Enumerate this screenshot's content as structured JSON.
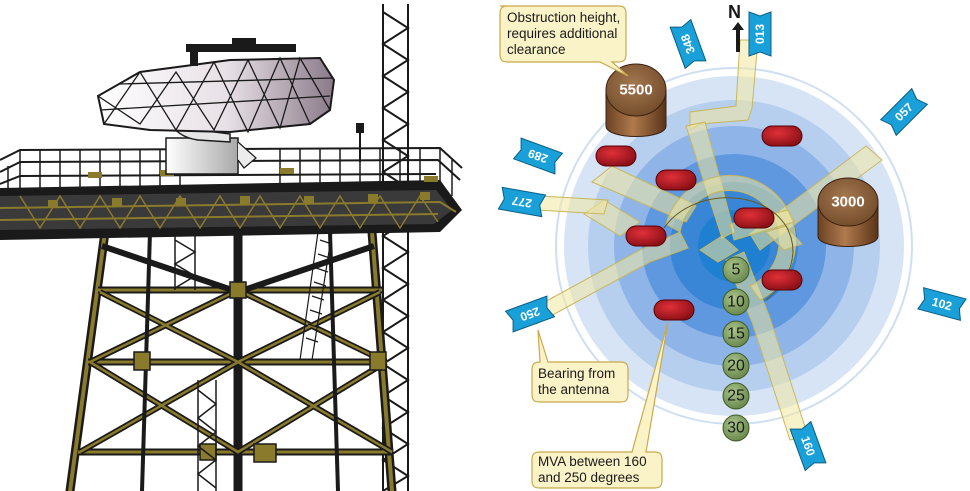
{
  "callouts": {
    "obstruction": [
      "Obstruction height,",
      "requires additional",
      "clearance"
    ],
    "bearing": [
      "Bearing from",
      "the antenna"
    ],
    "mva": [
      "MVA between 160",
      "and 250 degrees"
    ]
  },
  "north_label": "N",
  "obstructions": [
    {
      "label": "5500"
    },
    {
      "label": "3000"
    }
  ],
  "range_rings": [
    "5",
    "10",
    "15",
    "20",
    "25",
    "30"
  ],
  "bearings": [
    "013",
    "057",
    "102",
    "160",
    "250",
    "277",
    "289",
    "348"
  ],
  "colors": {
    "tower": "#8a7a2c",
    "rings_outer": "#d6e4f6",
    "rings_inner": "#1f7fd0",
    "sectors": "#f2e8a0",
    "tags": "#1aa0d8",
    "obstruction": "#8a5a35",
    "targets": "#b0141a",
    "range_markers": "#7a9a5a"
  }
}
